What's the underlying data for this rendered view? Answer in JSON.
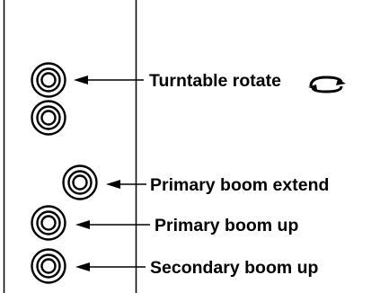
{
  "panel": {
    "border_color": "#000000",
    "background": "#ffffff"
  },
  "labels": {
    "turntable_rotate": "Turntable rotate",
    "primary_boom_extend": "Primary boom extend",
    "primary_boom_up": "Primary boom up",
    "secondary_boom_up": "Secondary boom up"
  },
  "icons": {
    "port": "concentric-circle-port-icon",
    "arrow": "arrow-left-icon",
    "rotate": "rotate-arrow-icon"
  },
  "colors": {
    "line": "#000000",
    "text": "#000000"
  }
}
